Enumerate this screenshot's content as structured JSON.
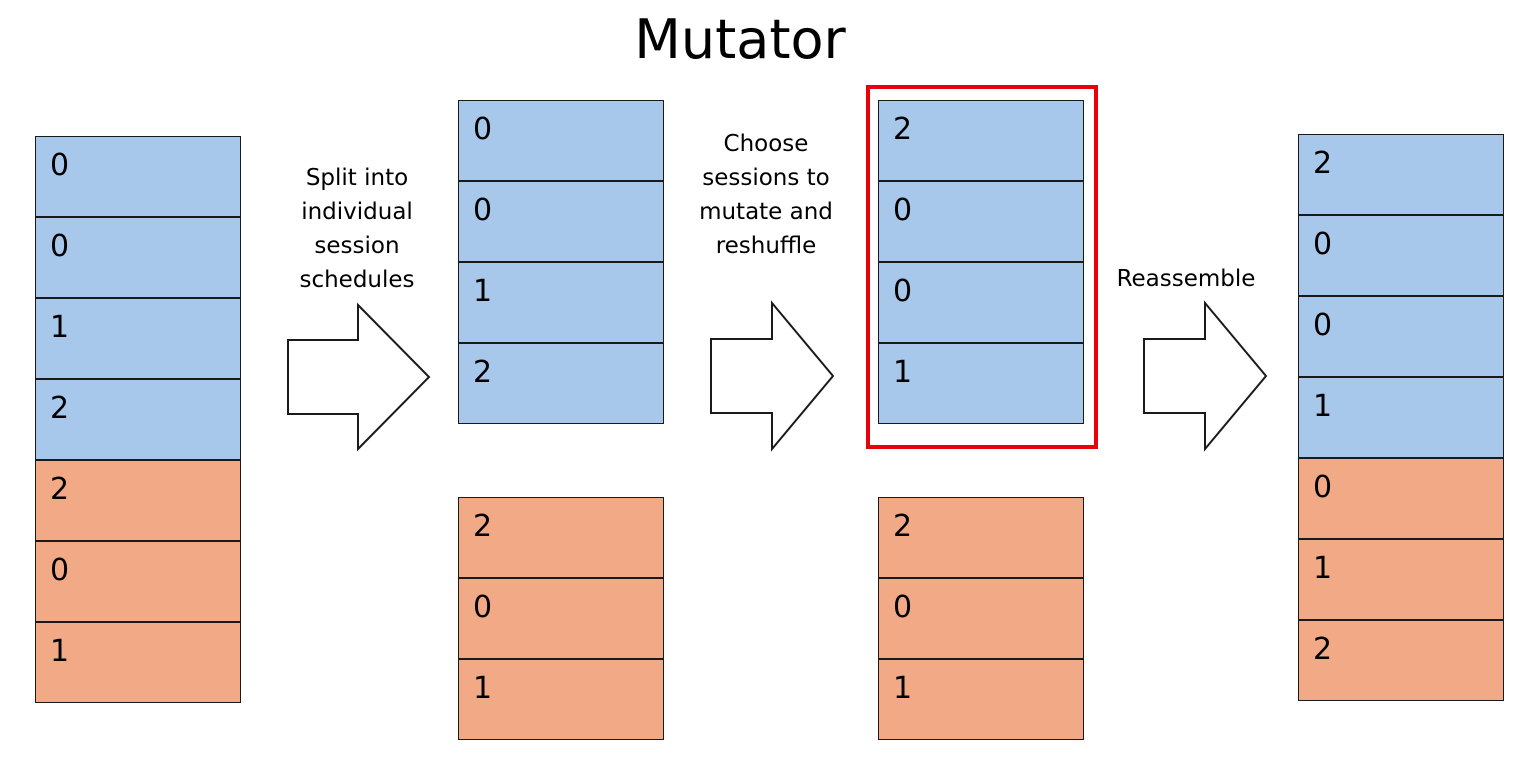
{
  "title": "Mutator",
  "colors": {
    "session_a": "#a7c8eb",
    "session_b": "#f2aa86",
    "highlight": "#e8000b"
  },
  "combined_schedule": [
    "0",
    "0",
    "1",
    "2",
    "2",
    "0",
    "1"
  ],
  "split_schedules": {
    "blue": [
      "0",
      "0",
      "1",
      "2"
    ],
    "orange": [
      "2",
      "0",
      "1"
    ]
  },
  "mutated_schedules": {
    "blue": [
      "2",
      "0",
      "0",
      "1"
    ],
    "orange": [
      "2",
      "0",
      "1"
    ]
  },
  "reassembled_schedule": [
    "2",
    "0",
    "0",
    "1",
    "0",
    "1",
    "2"
  ],
  "steps": {
    "split": [
      "Split into",
      "individual",
      "session",
      "schedules"
    ],
    "choose": [
      "Choose",
      "sessions to",
      "mutate and",
      "reshuffle"
    ],
    "reassemble": [
      "Reassemble"
    ]
  }
}
